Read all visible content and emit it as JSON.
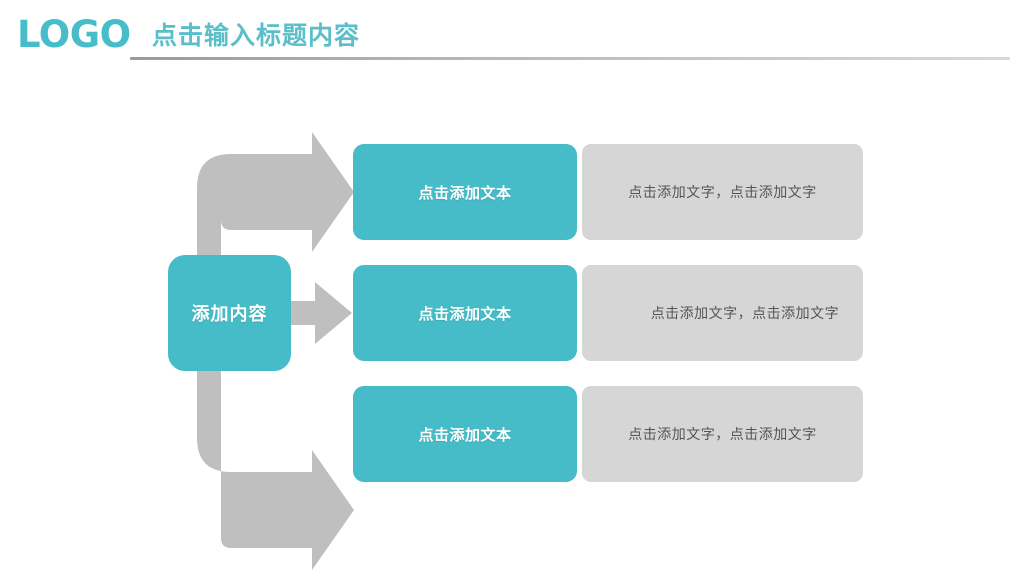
{
  "header": {
    "logo": "LOGO",
    "title": "点击输入标题内容"
  },
  "colors": {
    "teal": "#45bcc7",
    "teal_title": "#5bbfca",
    "gray_panel": "#d6d6d6",
    "gray_arrow": "#bfbfbf",
    "text_gray": "#555555",
    "background": "#ffffff"
  },
  "diagram": {
    "root": {
      "label": "添加内容"
    },
    "rows": [
      {
        "label": "点击添加文本",
        "body": "点击添加文字，点击添加文字",
        "align": "centered"
      },
      {
        "label": "点击添加文本",
        "body": "            点击添加文字，点击添加文字",
        "align": "indented"
      },
      {
        "label": "点击添加文本",
        "body": "点击添加文字，点击添加文字",
        "align": "centered"
      }
    ]
  }
}
